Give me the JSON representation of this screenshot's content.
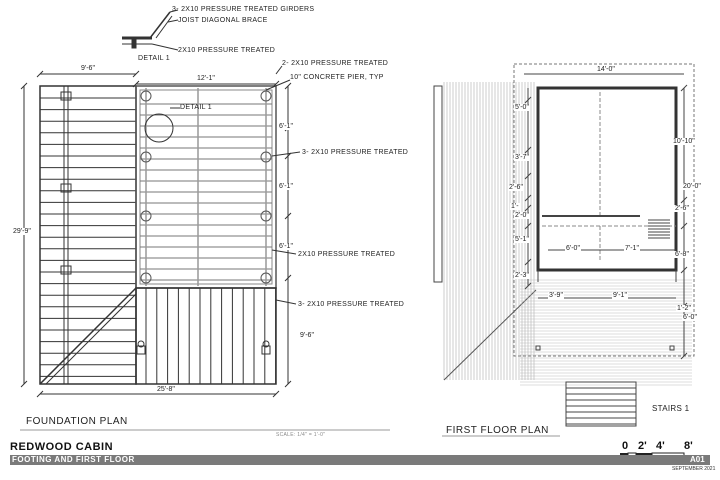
{
  "foundation": {
    "title": "FOUNDATION PLAN",
    "scale_note": "SCALE: 1/4\" = 1'-0\"",
    "callouts": {
      "girders": "3- 2X10 PRESSURE TREATED GIRDERS",
      "brace": "JOIST DIAGONAL BRACE",
      "detail_pt": "2X10 PRESSURE TREATED",
      "detail_title": "DETAIL 1",
      "rim_pt": "2- 2X10 PRESSURE TREATED",
      "pier": "10\" CONCRETE PIER, TYP",
      "detail_ref": "DETAIL 1",
      "beam1": "3- 2X10 PRESSURE TREATED",
      "joist": "2X10 PRESSURE TREATED",
      "beam2": "3- 2X10 PRESSURE TREATED"
    },
    "dims": {
      "top_left": "9'-6\"",
      "top_right": "12'-1\"",
      "left": "29'-9\"",
      "bottom": "25'-8\"",
      "right_bottom": "9'-6\"",
      "bay1": "6'-1\"",
      "bay2": "6'-1\"",
      "bay3": "6'-1\""
    }
  },
  "first_floor": {
    "title": "FIRST FLOOR PLAN",
    "stairs": "STAIRS 1",
    "dims": {
      "top": "14'-0\"",
      "l1": "5'-0\"",
      "l2": "3'-7\"",
      "l3": "2'-6\"",
      "l4": "1'-",
      "l5": "2'-0\"",
      "l6": "5'-1\"",
      "l7": "2'-3\"",
      "r1": "10'-10\"",
      "r2": "20'-0\"",
      "r3": "2'-6\"",
      "r4": "6'-8\"",
      "r5": "1'-2\"",
      "r6": "6'-0\"",
      "mid1": "6'-0\"",
      "mid2": "7'-1\"",
      "b1": "3'-9\"",
      "b2": "9'-1\""
    }
  },
  "title_block": {
    "name": "REDWOOD CABIN",
    "subtitle": "FOOTING AND FIRST FLOOR",
    "sheet": "A01",
    "date": "SEPTEMBER 2021",
    "scale_labels": [
      "0",
      "2'",
      "4'",
      "8'"
    ]
  }
}
